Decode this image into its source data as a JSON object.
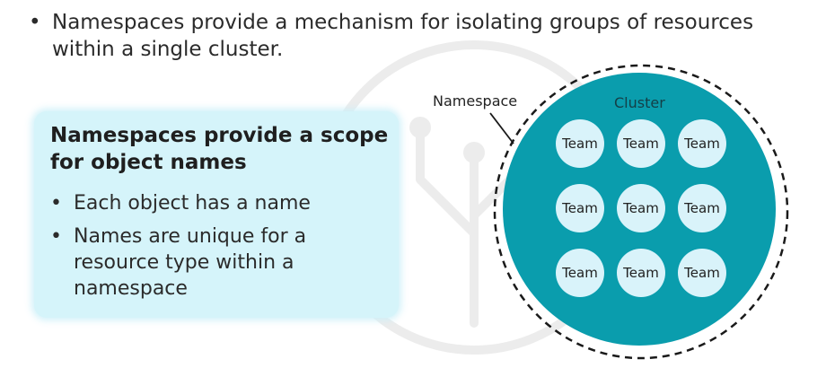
{
  "intro": {
    "bullet": "•",
    "text": "Namespaces provide a mechanism for isolating groups of resources within a single cluster."
  },
  "scope_box": {
    "title": "Namespaces provide a scope for object names",
    "items": [
      {
        "bullet": "•",
        "text": "Each object has a name"
      },
      {
        "bullet": "•",
        "text": "Names are unique for a resource type within a namespace"
      }
    ]
  },
  "diagram": {
    "namespace_label": "Namespace",
    "cluster_label": "Cluster",
    "teams": [
      [
        "Team",
        "Team",
        "Team"
      ],
      [
        "Team",
        "Team",
        "Team"
      ],
      [
        "Team",
        "Team",
        "Team"
      ]
    ],
    "colors": {
      "cluster_fill": "#0a9dad",
      "team_fill": "#d9f3fa",
      "box_fill": "#d5f4fa",
      "dashed_stroke": "#1a1a1a"
    }
  }
}
